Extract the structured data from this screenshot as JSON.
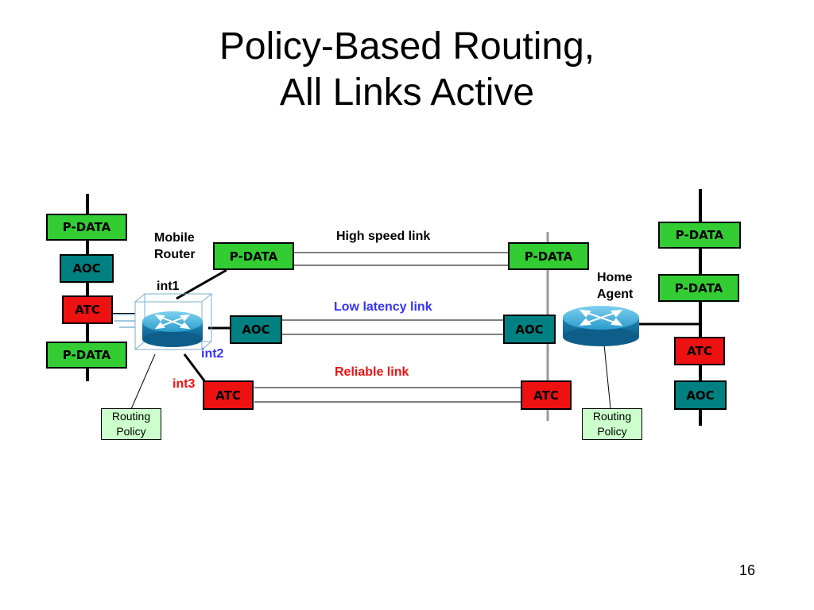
{
  "title": {
    "line1": "Policy-Based Routing,",
    "line2": "All Links Active"
  },
  "left_stack": [
    "P-DATA",
    "AOC",
    "ATC",
    "P-DATA"
  ],
  "right_stack": [
    "P-DATA",
    "P-DATA",
    "ATC",
    "AOC"
  ],
  "mobile_router": {
    "label_line1": "Mobile",
    "label_line2": "Router"
  },
  "home_agent": {
    "label_line1": "Home",
    "label_line2": "Agent"
  },
  "interfaces": {
    "int1": "int1",
    "int2": "int2",
    "int3": "int3"
  },
  "links": {
    "high_speed": {
      "label": "High speed link",
      "left_box": "P-DATA",
      "right_box": "P-DATA"
    },
    "low_latency": {
      "label": "Low latency link",
      "left_box": "AOC",
      "right_box": "AOC",
      "color": "#3333ff"
    },
    "reliable": {
      "label": "Reliable link",
      "left_box": "ATC",
      "right_box": "ATC",
      "color": "#ee1111"
    }
  },
  "routing_policy": {
    "line1": "Routing",
    "line2": "Policy"
  },
  "colors": {
    "p_data": "#33cc33",
    "aoc": "#008080",
    "atc": "#ee1111",
    "policy": "#ccffcc",
    "router": "#2a9ccc"
  },
  "page_number": "16"
}
